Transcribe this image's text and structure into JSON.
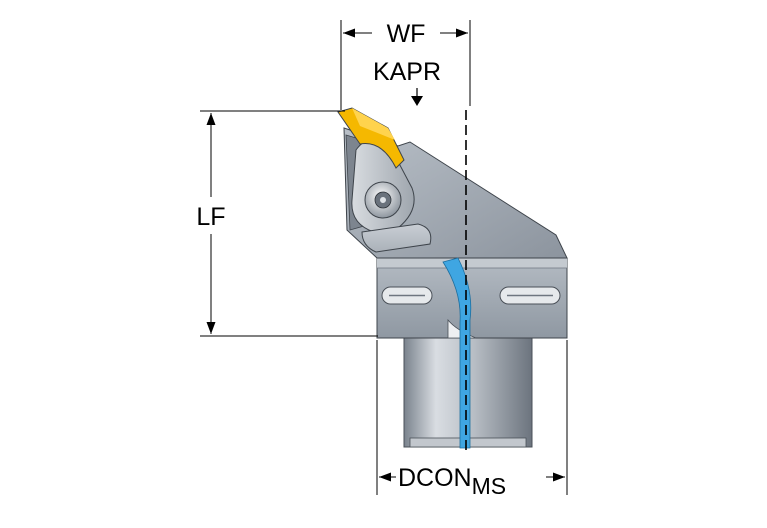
{
  "dimensions": {
    "wf": "WF",
    "kapr": "KAPR",
    "lf": "LF",
    "dcon": "DCON",
    "dcon_subscript": "MS"
  },
  "colors": {
    "body_gray": "#a3abb4",
    "body_dark": "#707984",
    "coolant_blue": "#3fa6e2",
    "insert_yellow": "#f5b800",
    "line": "#000000"
  }
}
